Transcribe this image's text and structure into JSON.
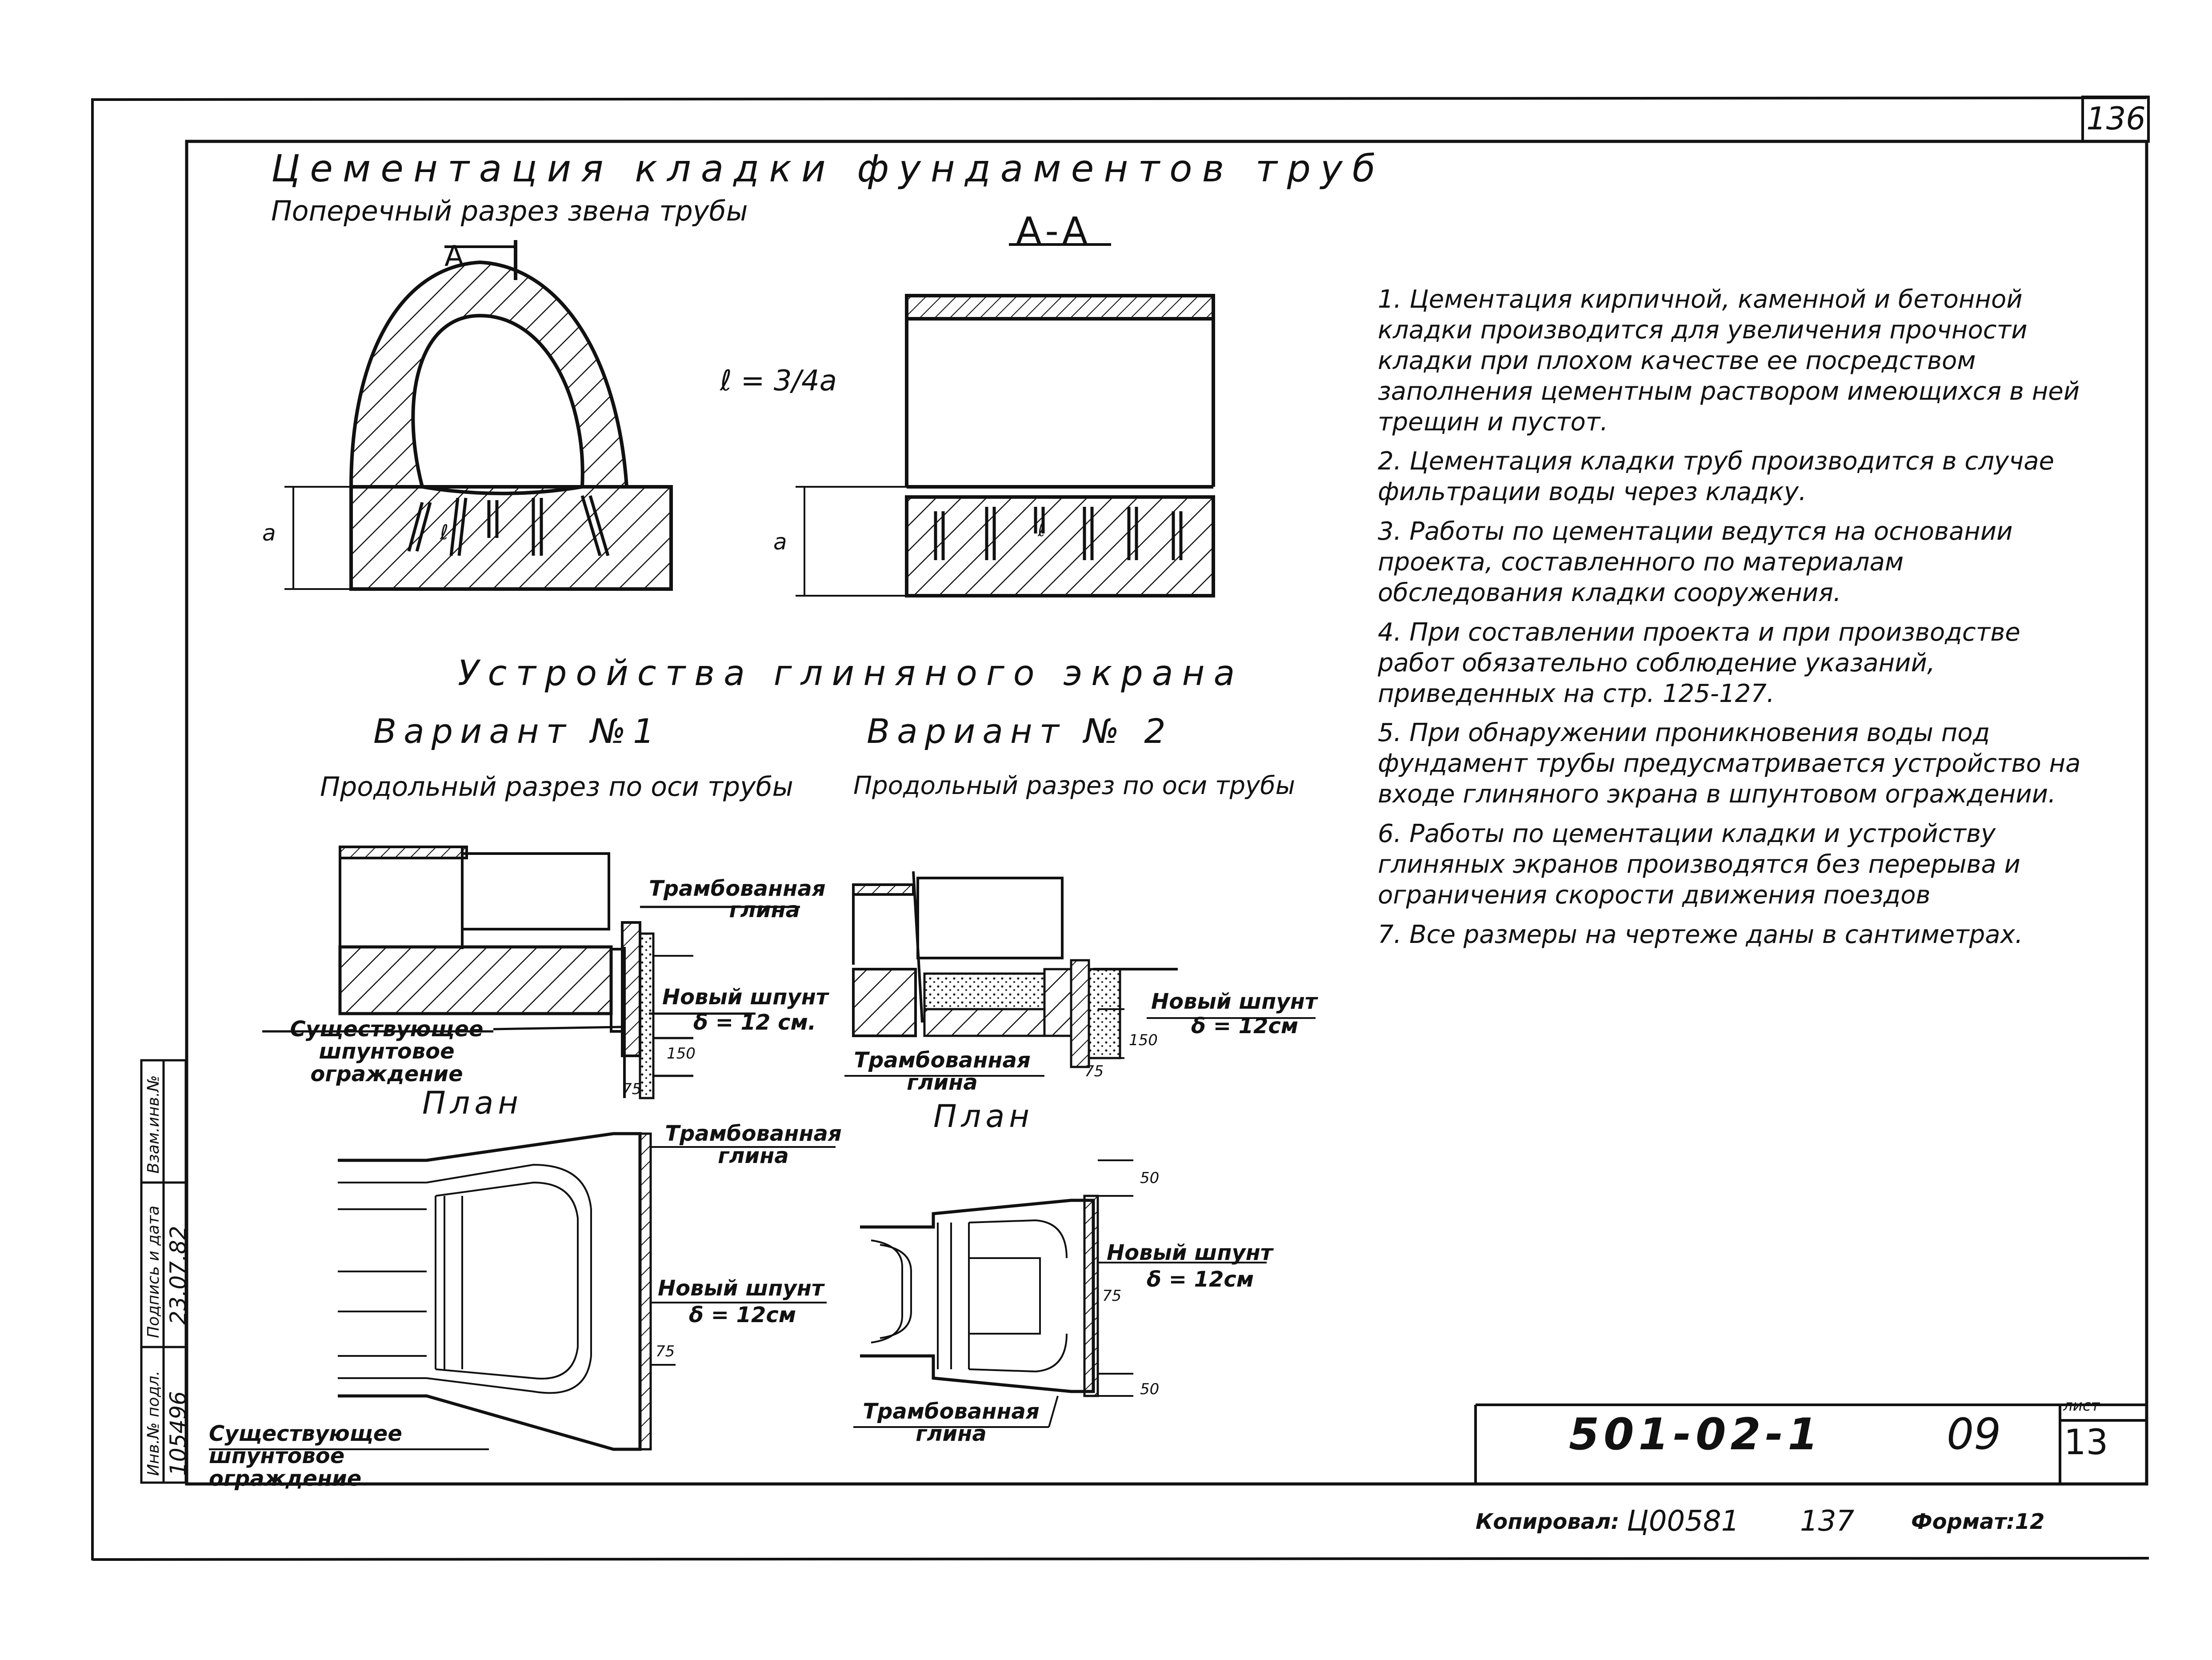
{
  "sheet_number": "136",
  "title": "Цементация кладки фундаментов труб",
  "cross_section_title": "Поперечный разрез звена трубы",
  "section_label": "А-А",
  "cut_marker": "А",
  "formula": "ℓ = 3/4a",
  "dim_a": "a",
  "dim_l": "ℓ",
  "clay_screen_title": "Устройства глиняного экрана",
  "variant1": {
    "title": "Вариант №1",
    "subtitle": "Продольный разрез по оси трубы",
    "rammed_clay": "Трамбованная глина",
    "new_sheet_pile": "Новый шпунт",
    "thickness": "δ = 12 см.",
    "existing_fence": "Существующее шпунтовое ограждение",
    "dim_150": "150",
    "dim_75": "75",
    "plan_title": "План",
    "plan_rammed_clay": "Трамбованная глина",
    "plan_new_sheet_pile": "Новый шпунт",
    "plan_thickness": "δ = 12см",
    "plan_dim_75": "75",
    "plan_existing_fence": "Существующее шпунтовое ограждение"
  },
  "variant2": {
    "title": "Вариант № 2",
    "subtitle": "Продольный разрез по оси трубы",
    "new_sheet_pile": "Новый шпунт",
    "thickness": "δ = 12см",
    "rammed_clay": "Трамбованная глина",
    "dim_150": "150",
    "dim_75": "75",
    "plan_title": "План",
    "plan_dim_50_top": "50",
    "plan_new_sheet_pile": "Новый шпунт",
    "plan_thickness": "δ = 12см",
    "plan_dim_75": "75",
    "plan_dim_50_bottom": "50",
    "plan_rammed_clay": "Трамбованная глина"
  },
  "notes": [
    "1. Цементация кирпичной, каменной и бетонной кладки производится для увеличения прочности кладки при плохом качестве ее посредством заполнения цементным раствором имеющихся в ней трещин и пустот.",
    "2. Цементация кладки труб производится в случае фильтрации воды через кладку.",
    "3. Работы по цементации ведутся на основании проекта, составленного по материалам обследования кладки сооружения.",
    "4. При составлении проекта и при производстве работ обязательно соблюдение указаний, приведенных на стр. 125-127.",
    "5. При обнаружении проникновения воды под фундамент трубы предусматривается устройство на входе глиняного экрана в шпунтовом ограждении.",
    "6. Работы по цементации кладки и устройству глиняных экранов производятся без перерыва и ограничения скорости движения поездов",
    "7. Все размеры на чертеже даны в сантиметрах."
  ],
  "title_block": {
    "doc_code": "501-02-1",
    "sheet": "09",
    "list_label": "лист",
    "list_number": "13",
    "copied_label": "Копировал:",
    "copied_value": "Ц00581",
    "copied_number": "137",
    "format_label": "Формат:12"
  },
  "side_stamp": {
    "inv_label": "Инв.№ подл.",
    "inv_value": "105496",
    "sign_label": "Подпись и дата",
    "sign_value": "23.07.82",
    "replace_label": "Взам.инв.№"
  }
}
